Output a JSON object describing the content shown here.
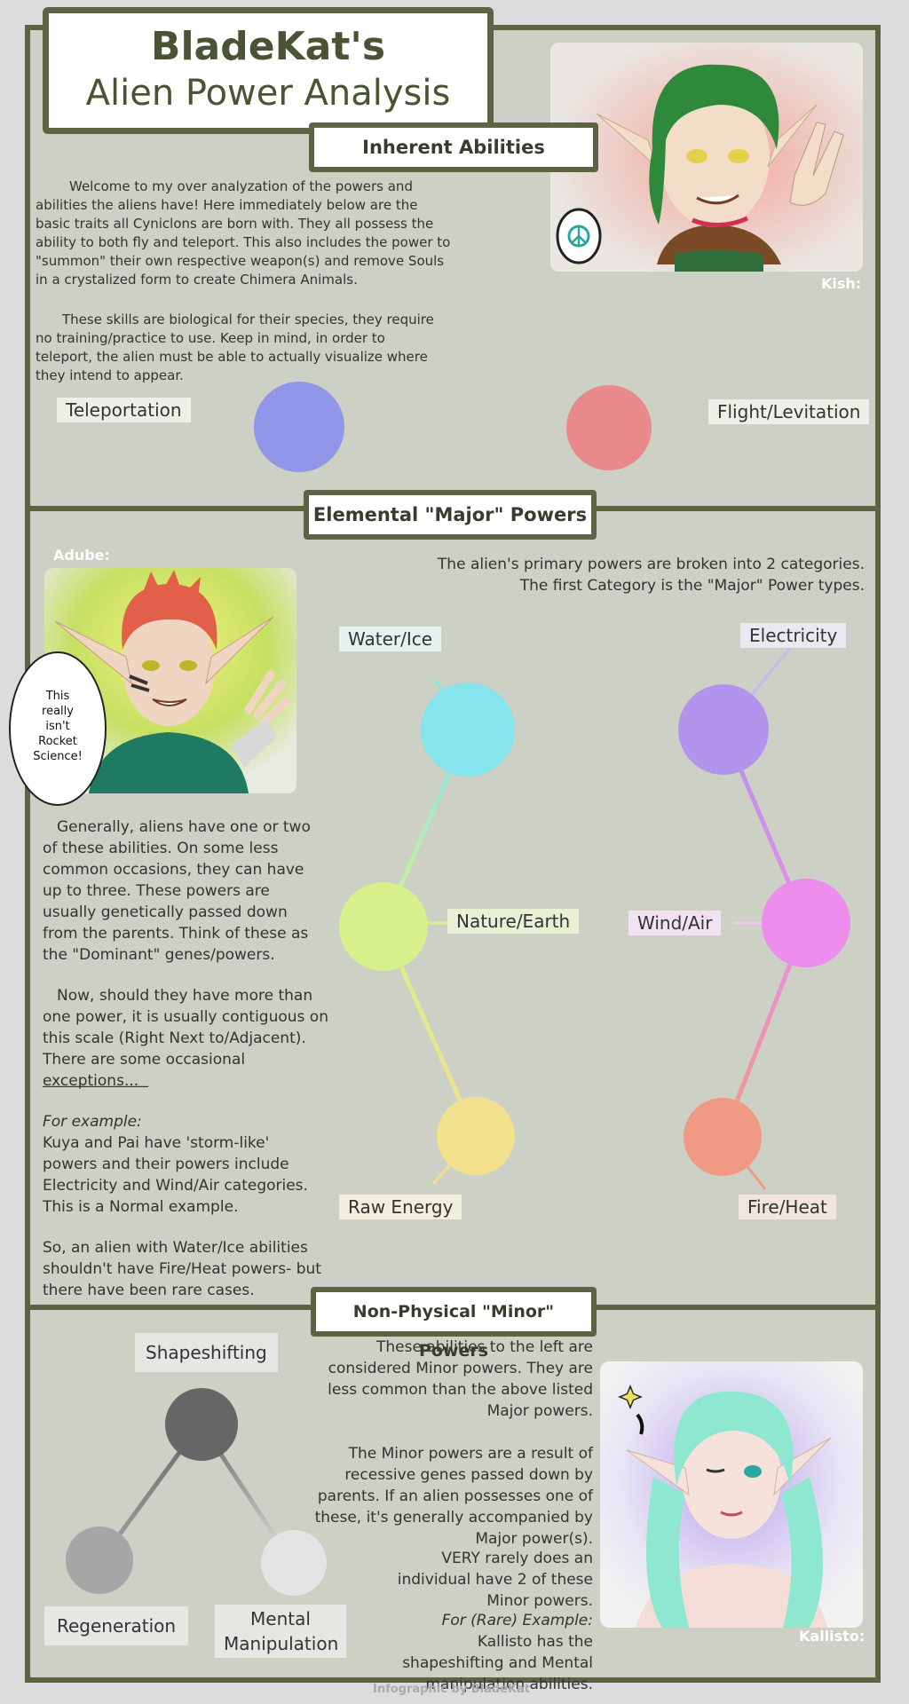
{
  "title": {
    "line1": "BladeKat's",
    "line2": "Alien Power Analysis"
  },
  "sections": {
    "inherent": "Inherent Abilities",
    "major": "Elemental \"Major\" Powers",
    "minor": "Non-Physical \"Minor\" Powers"
  },
  "inherent": {
    "p1": "Welcome to my over analyzation of the powers and abilities the aliens have! Here immediately below are the basic traits all Cyniclons are born with. They all possess the ability to both fly and teleport. This also includes the power to \"summon\" their own respective weapon(s) and remove Souls in a crystalized form to create Chimera Animals.",
    "p2": "These skills are biological for their species, they require no training/practice to use. Keep in mind, in order to teleport, the alien must be able to actually visualize where they intend to appear.",
    "label_left": "Teleportation",
    "label_right": "Flight/Levitation",
    "character_name": "Kish:",
    "colors": {
      "left": "#9296e8",
      "right": "#e88a8a"
    }
  },
  "major": {
    "intro": "The alien's primary powers are broken into 2 categories. The first Category is the \"Major\" Power types.",
    "character_name": "Adube:",
    "bubble_text": "This really isn't Rocket Science!",
    "p1": "Generally, aliens have one or two of these abilities. On some less common occasions, they can have up to three. These powers are usually genetically passed down from the parents. Think of these as the \"Dominant\" genes/powers.",
    "p2": "Now, should they have more than one power, it is usually contiguous on this scale (Right Next to/Adjacent). There are some occasional exceptions...",
    "divider": "______________",
    "example_label": "For example:",
    "example_text": "Kuya and Pai have 'storm-like' powers and their powers include Electricity and Wind/Air categories. This is a Normal example.",
    "p3": "So, an alien with Water/Ice abilities shouldn't have Fire/Heat powers- but there have been rare cases.",
    "nodes": [
      {
        "label": "Water/Ice",
        "color": "#86e4ec"
      },
      {
        "label": "Electricity",
        "color": "#b294ec"
      },
      {
        "label": "Wind/Air",
        "color": "#ec8cec"
      },
      {
        "label": "Fire/Heat",
        "color": "#f09a84"
      },
      {
        "label": "Raw Energy",
        "color": "#f2e08c"
      },
      {
        "label": "Nature/Earth",
        "color": "#d8f08c"
      }
    ]
  },
  "minor": {
    "p1": "These abilities to the left are considered Minor powers. They are less common than the above listed Major powers.",
    "p2": "The Minor powers are a result of recessive genes passed down by parents. If an alien possesses one of these, it's generally accompanied by Major power(s).",
    "p3": "VERY rarely does an individual have 2 of these Minor powers.",
    "example_label": "For (Rare) Example:",
    "example_text": "Kallisto has the shapeshifting and Mental manipulation abilities.",
    "character_name": "Kallisto:",
    "nodes": [
      {
        "label": "Shapeshifting",
        "color": "#666666"
      },
      {
        "label": "Regeneration",
        "color": "#a6a6a6"
      },
      {
        "label": "Mental Manipulation",
        "color": "#e4e4e4"
      }
    ]
  },
  "footer": "Infographic by BladeKat"
}
